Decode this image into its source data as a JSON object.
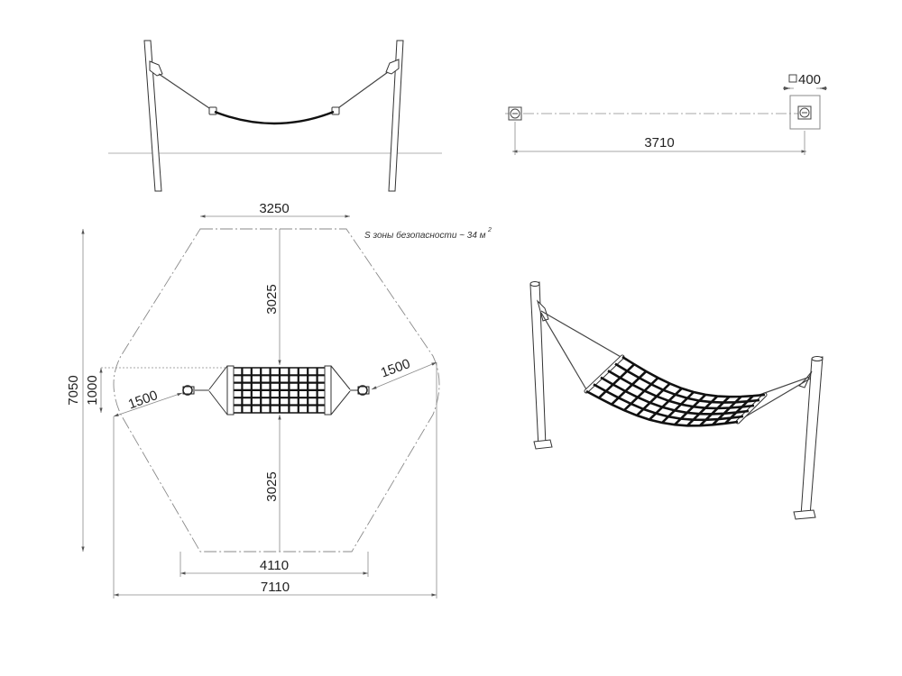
{
  "dimensions": {
    "post_section": "□400",
    "post_distance": "3710",
    "top_width": "3250",
    "upper_half": "3025",
    "lower_half": "3025",
    "side_left": "1500",
    "side_right": "1500",
    "net_width": "1000",
    "total_depth": "7050",
    "bottom_width": "4110",
    "total_width": "7110"
  },
  "safety_zone_note": {
    "text": "S зоны безопасности ~ 34 м",
    "exponent": "2"
  }
}
